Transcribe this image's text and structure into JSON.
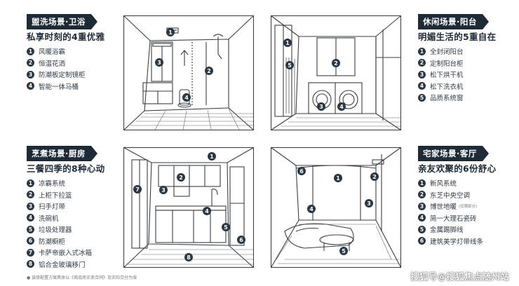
{
  "panels": [
    {
      "tag": "盥洗场景·卫浴",
      "subtitle": "私享时刻的4重优雅",
      "items": [
        "风暖浴霸",
        "恒温花洒",
        "防潮板定制镜柜",
        "智能一体马桶"
      ]
    },
    {
      "tag": "休闲场景·阳台",
      "subtitle": "明媚生活的5重自在",
      "items": [
        "全封闭阳台",
        "定制阳台柜",
        "松下烘干机",
        "松下洗衣机",
        "品质系统窗"
      ]
    },
    {
      "tag": "烹煮场景·厨房",
      "subtitle_pre": "三餐四季的",
      "subtitle_em": "8种心动",
      "items": [
        "凉霸系统",
        "上柜下拉篮",
        "扫手灯带",
        "洗碗机",
        "垃圾处理器",
        "防潮橱柜",
        "卡萨帝嵌入式冰箱",
        "铝合金玻璃移门"
      ]
    },
    {
      "tag": "宅家场景·客厅",
      "subtitle": "亲友欢聚的6份舒心",
      "items": [
        "新风系统",
        "东芝中央空调",
        "博世地暖",
        "简一大理石瓷砖",
        "金属踢脚线",
        "建筑美学灯带线条"
      ],
      "item3_note": "(仅限部分)"
    }
  ],
  "markers": {
    "bath": [
      "1",
      "2",
      "3",
      "4"
    ],
    "balcony": [
      "1",
      "2",
      "3",
      "4",
      "5"
    ],
    "kitchen": [
      "1",
      "2",
      "3",
      "4",
      "5",
      "6",
      "7",
      "8"
    ],
    "living": [
      "1",
      "2",
      "3",
      "4",
      "5",
      "6"
    ]
  },
  "footnote": "● 装修配置方案具体以《商品房买卖合同》及实际交付为准",
  "watermark": "搜狐号@搜狐焦点随州站"
}
